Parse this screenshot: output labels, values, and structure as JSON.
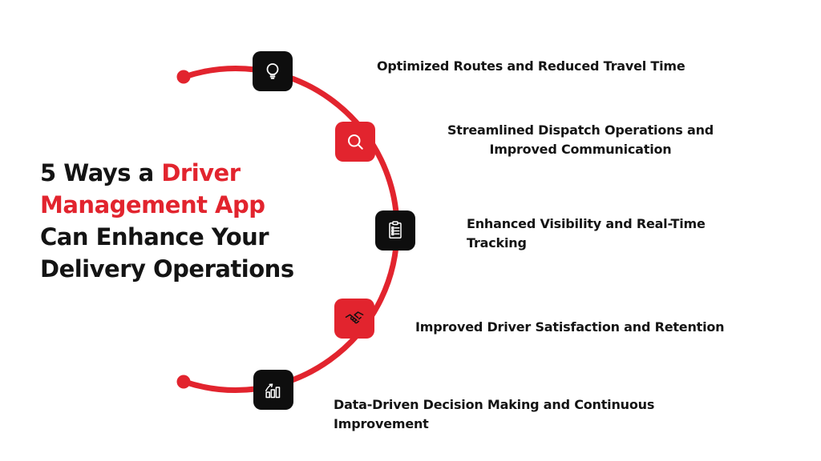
{
  "colors": {
    "accent_red": "#E2242E",
    "text_black": "#141414",
    "icon_black_bg": "#0E0E0E",
    "background": "#FFFFFF"
  },
  "title": {
    "full_text": "5 Ways a Driver Management App Can Enhance Your Delivery Operations",
    "lines": [
      {
        "parts": [
          {
            "text": "5 Ways a ",
            "color": "#141414"
          },
          {
            "text": "Driver",
            "color": "#E2242E"
          }
        ]
      },
      {
        "parts": [
          {
            "text": "Management App",
            "color": "#E2242E"
          }
        ]
      },
      {
        "parts": [
          {
            "text": "Can Enhance Your",
            "color": "#141414"
          }
        ]
      },
      {
        "parts": [
          {
            "text": "Delivery Operations",
            "color": "#141414"
          }
        ]
      }
    ]
  },
  "items": [
    {
      "icon": "lightbulb-icon",
      "box_color": "#0E0E0E",
      "icon_color": "#FFFFFF",
      "label_lines": [
        "Optimized Routes and Reduced Travel Time"
      ]
    },
    {
      "icon": "search-icon",
      "box_color": "#E2242E",
      "icon_color": "#FFFFFF",
      "label_lines": [
        "Streamlined Dispatch Operations and",
        "Improved Communication"
      ]
    },
    {
      "icon": "clipboard-checklist-icon",
      "box_color": "#0E0E0E",
      "icon_color": "#FFFFFF",
      "label_lines": [
        "Enhanced Visibility and Real-Time",
        "Tracking"
      ]
    },
    {
      "icon": "handshake-icon",
      "box_color": "#E2242E",
      "icon_color": "#101010",
      "label_lines": [
        "Improved Driver Satisfaction and Retention"
      ]
    },
    {
      "icon": "bar-chart-growth-icon",
      "box_color": "#0E0E0E",
      "icon_color": "#FFFFFF",
      "label_lines": [
        "Data-Driven Decision Making and Continuous",
        "Improvement"
      ]
    }
  ]
}
